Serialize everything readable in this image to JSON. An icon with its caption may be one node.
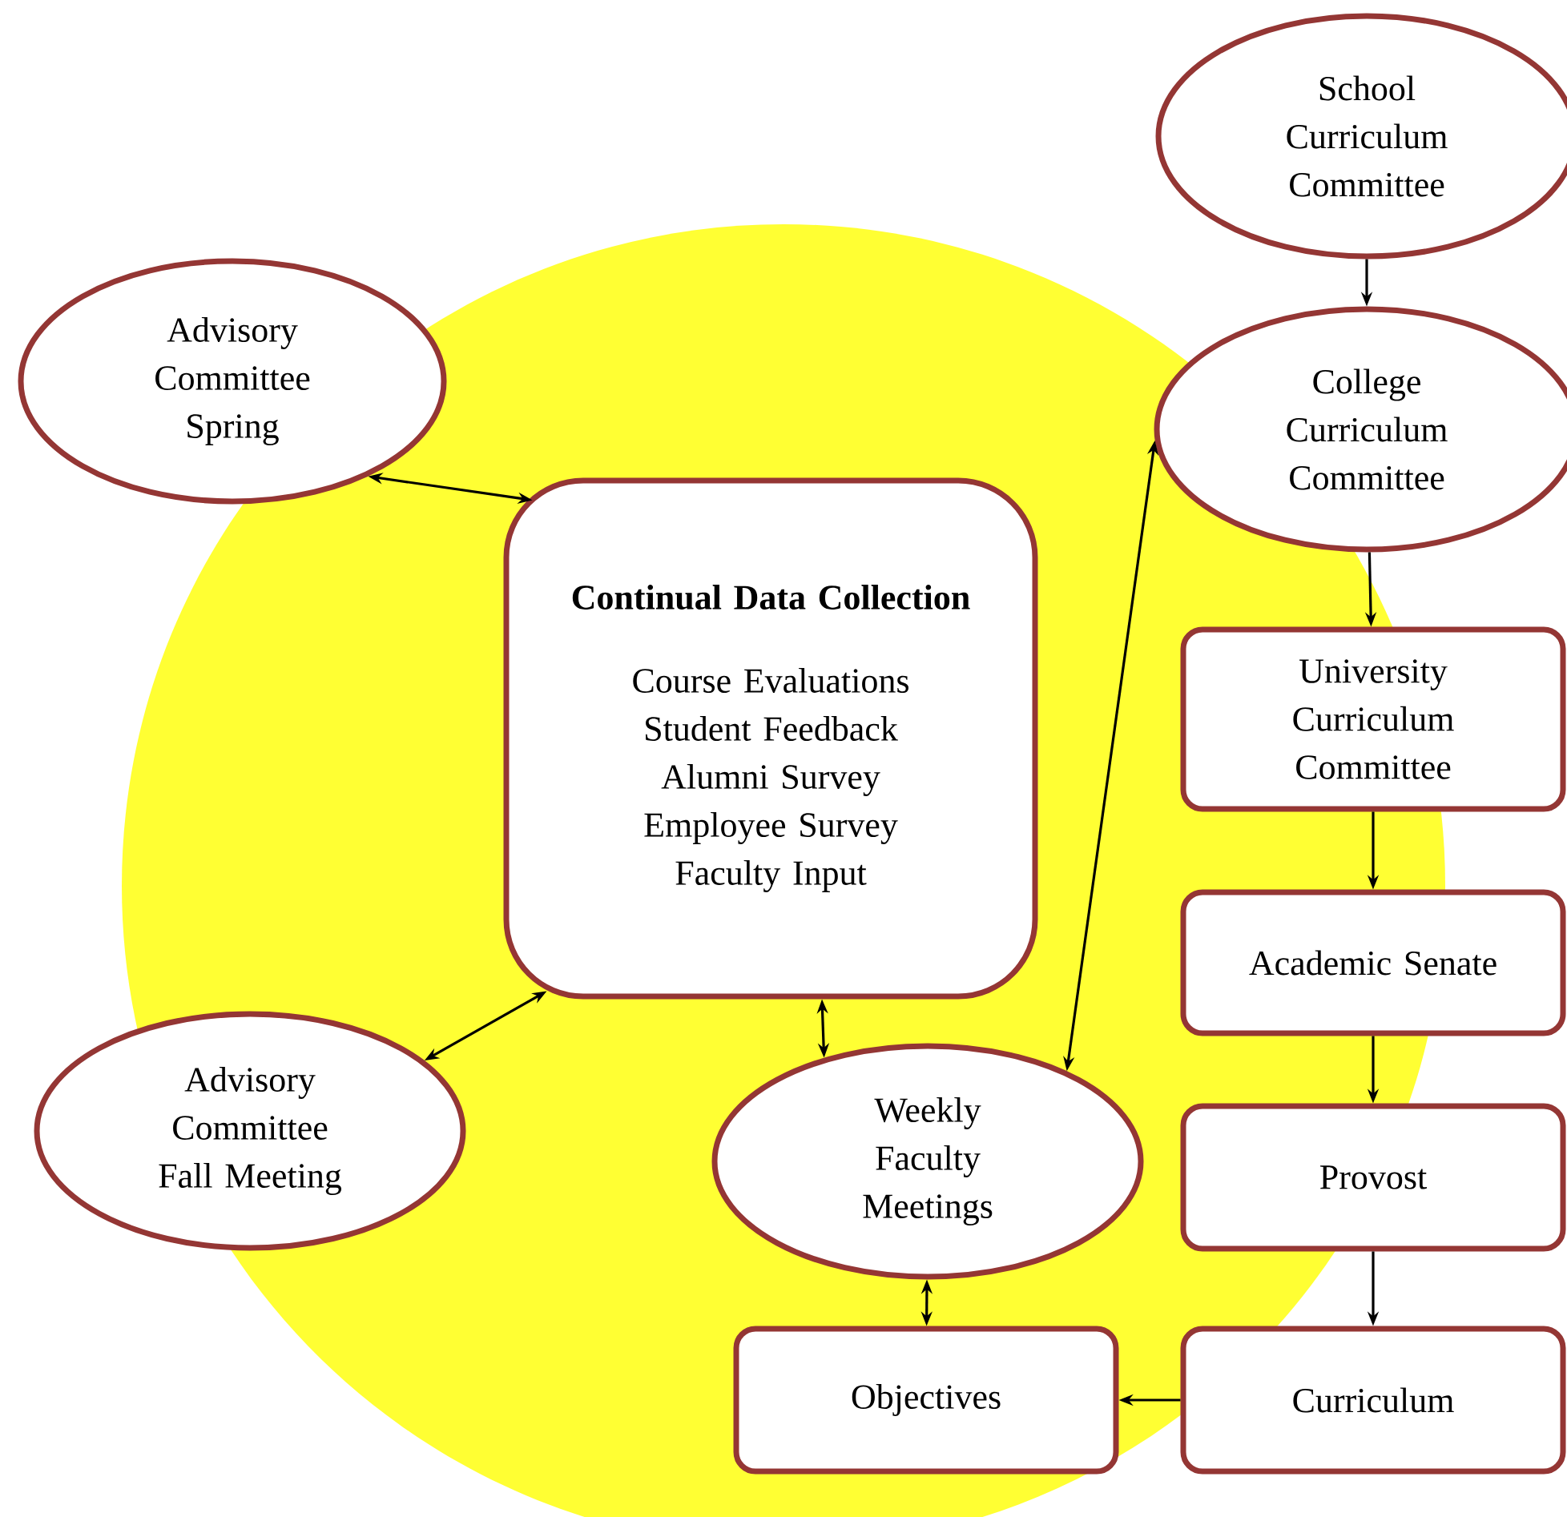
{
  "diagram": {
    "nodes": [
      {
        "text": [
          "School Curriculum Committee"
        ]
      },
      {
        "text": [
          "Advisory Committee Spring"
        ]
      },
      {
        "text": [
          "College Curriculum Committee"
        ]
      },
      {
        "text": [
          "Continual Data Collection",
          "Course Evaluations",
          "Student Feedback",
          "Alumni Survey",
          "Employee Survey",
          "Faculty Input"
        ]
      },
      {
        "text": [
          "University Curriculum Committee"
        ]
      },
      {
        "text": [
          "Academic Senate"
        ]
      },
      {
        "text": [
          "Advisory Committee Fall Meeting"
        ]
      },
      {
        "text": [
          "Weekly Faculty Meetings"
        ]
      },
      {
        "text": [
          "Provost"
        ]
      },
      {
        "text": [
          "Objectives"
        ]
      },
      {
        "text": [
          "Curriculum"
        ]
      }
    ],
    "edges": [
      {
        "from": 0,
        "to": 2,
        "arrow": "to"
      },
      {
        "from": 2,
        "to": 4,
        "arrow": "to"
      },
      {
        "from": 4,
        "to": 5,
        "arrow": "to"
      },
      {
        "from": 5,
        "to": 8,
        "arrow": "to"
      },
      {
        "from": 8,
        "to": 10,
        "arrow": "to"
      },
      {
        "from": 10,
        "to": 9,
        "arrow": "to"
      },
      {
        "from": 1,
        "to": 3,
        "arrow": "both"
      },
      {
        "from": 6,
        "to": 3,
        "arrow": "both"
      },
      {
        "from": 3,
        "to": 7,
        "arrow": "both"
      },
      {
        "from": 7,
        "to": 2,
        "arrow": "both"
      },
      {
        "from": 7,
        "to": 9,
        "arrow": "both"
      }
    ]
  }
}
